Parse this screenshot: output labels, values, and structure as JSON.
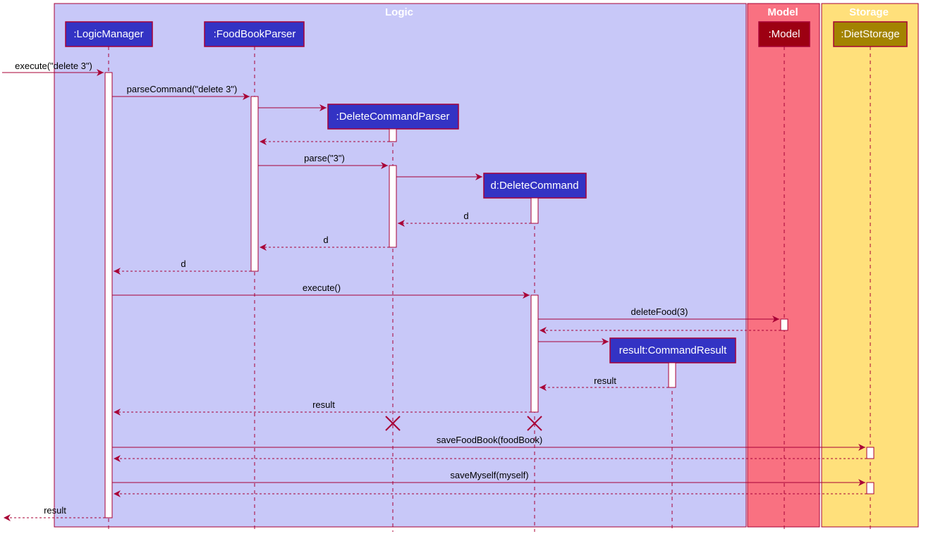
{
  "colors": {
    "logic_frame": "#C8C8F8",
    "model_frame": "#F97181",
    "storage_frame": "#FFE07B",
    "frame_border": "#A80036",
    "logic_participant": "#3333C4",
    "model_participant": "#9D0012",
    "storage_participant": "#A38300",
    "arrow": "#A80036",
    "lifeline": "#A80036",
    "activation_fill": "#FFFFFF"
  },
  "frames": {
    "logic": "Logic",
    "model": "Model",
    "storage": "Storage"
  },
  "participants": {
    "logic_manager": ":LogicManager",
    "food_book_parser": ":FoodBookParser",
    "delete_command_parser": ":DeleteCommandParser",
    "delete_command": "d:DeleteCommand",
    "command_result": "result:CommandResult",
    "model": ":Model",
    "diet_storage": ":DietStorage"
  },
  "messages": {
    "execute_delete": "execute(\"delete 3\")",
    "parse_command": "parseCommand(\"delete 3\")",
    "parse": "parse(\"3\")",
    "return_d_to_parser": "d",
    "return_d_to_foodbook": "d",
    "return_d_to_logic": "d",
    "execute": "execute()",
    "delete_food": "deleteFood(3)",
    "return_result_to_command": "result",
    "return_result_to_logic": "result",
    "save_food_book": "saveFoodBook(foodBook)",
    "save_myself": "saveMyself(myself)",
    "return_result_out": "result"
  }
}
